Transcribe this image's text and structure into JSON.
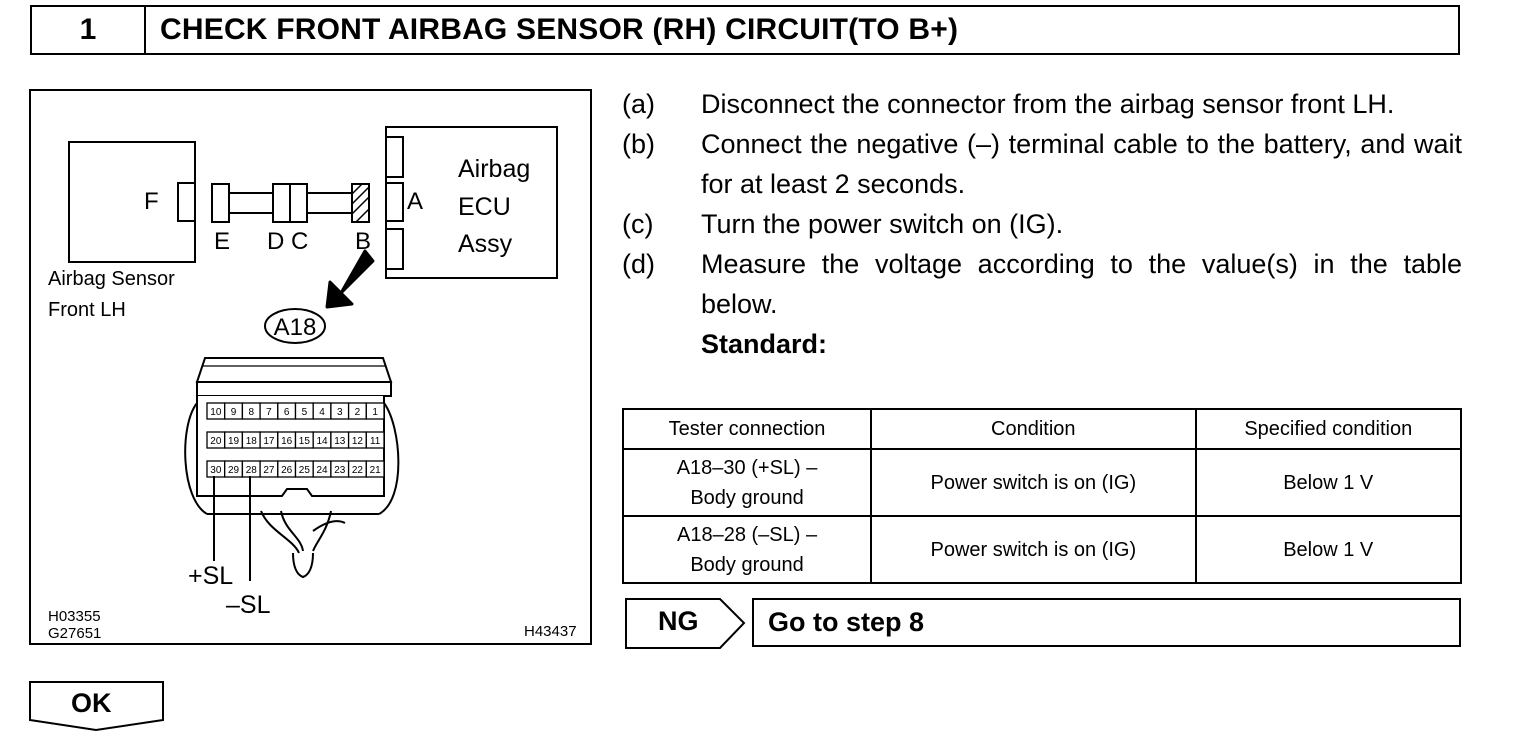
{
  "header": {
    "step_number": "1",
    "title": "CHECK FRONT AIRBAG SENSOR (RH) CIRCUIT(TO B+)"
  },
  "figure": {
    "sensor_label_line1": "Airbag Sensor",
    "sensor_label_line2": "Front LH",
    "ecu_line1": "Airbag",
    "ecu_line2": "ECU",
    "ecu_line3": "Assy",
    "letter_f": "F",
    "letter_e": "E",
    "letter_dc": "D C",
    "letter_b": "B",
    "letter_a": "A",
    "connector_code": "A18",
    "pins_row1": [
      "10",
      "9",
      "8",
      "7",
      "6",
      "5",
      "4",
      "3",
      "2",
      "1"
    ],
    "pins_row2": [
      "20",
      "19",
      "18",
      "17",
      "16",
      "15",
      "14",
      "13",
      "12",
      "11"
    ],
    "pins_row3": [
      "30",
      "29",
      "28",
      "27",
      "26",
      "25",
      "24",
      "23",
      "22",
      "21"
    ],
    "plus_sl": "+SL",
    "minus_sl": "–SL",
    "code_1": "H03355",
    "code_2": "G27651",
    "code_3": "H43437"
  },
  "steps": [
    {
      "label": "(a)",
      "text": "Disconnect the connector from the airbag sensor front LH."
    },
    {
      "label": "(b)",
      "text": "Connect the negative (–) terminal cable to the battery, and wait for at least 2 seconds."
    },
    {
      "label": "(c)",
      "text": "Turn the power switch on (IG)."
    },
    {
      "label": "(d)",
      "text": "Measure the voltage according to the value(s) in the table below."
    }
  ],
  "standard_label": "Standard:",
  "table": {
    "headers": [
      "Tester connection",
      "Condition",
      "Specified condition"
    ],
    "rows": [
      {
        "conn_line1": "A18–30 (+SL) –",
        "conn_line2": "Body ground",
        "condition": "Power switch is on (IG)",
        "spec": "Below 1 V"
      },
      {
        "conn_line1": "A18–28 (–SL) –",
        "conn_line2": "Body ground",
        "condition": "Power switch is on (IG)",
        "spec": "Below 1 V"
      }
    ]
  },
  "ng": {
    "tag": "NG",
    "action": "Go to step 8"
  },
  "ok": {
    "tag": "OK"
  }
}
